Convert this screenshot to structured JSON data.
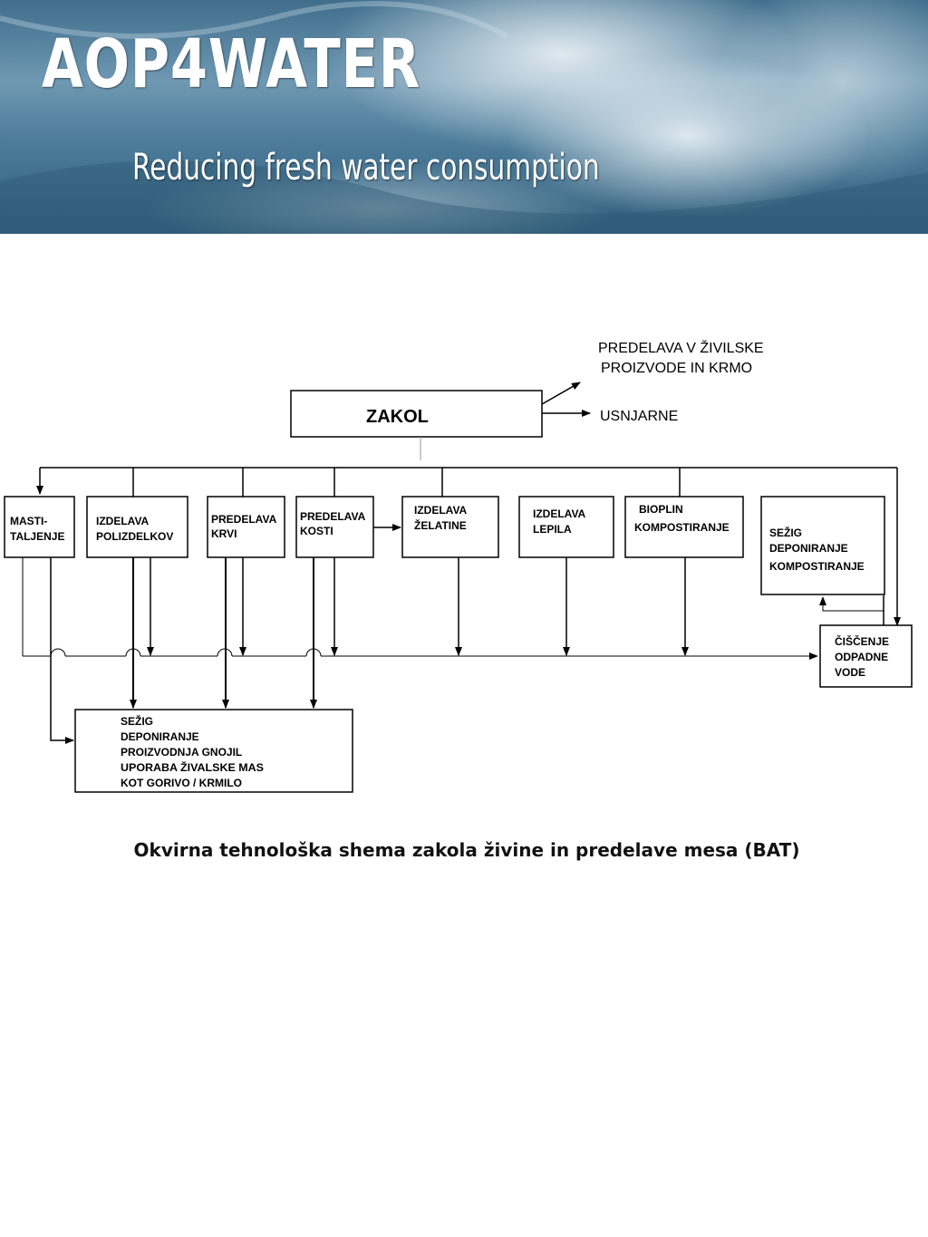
{
  "banner": {
    "title": "AOP4WATER",
    "subtitle": "Reducing fresh water consumption",
    "colors": {
      "dark": "#2f5d7a",
      "light": "#9fc0d4",
      "foam": "#e6eef3"
    }
  },
  "diagram": {
    "top_box": "ZAKOL",
    "outputs": {
      "food_line1": "PREDELAVA V ŽIVILSKE",
      "food_line2": "PROIZVODE IN KRMO",
      "tannery": "USNJARNE"
    },
    "boxes": {
      "masti": [
        "MASTI-",
        "TALJENJE"
      ],
      "polizdelki": [
        "IZDELAVA",
        "POLIZDELKOV"
      ],
      "krvi": [
        "PREDELAVA",
        "KRVI"
      ],
      "kosti": [
        "PREDELAVA",
        "KOSTI"
      ],
      "zelatina": [
        "IZDELAVA",
        "ŽELATINE"
      ],
      "lepila": [
        "IZDELAVA",
        "LEPILA"
      ],
      "bioplin": [
        "BIOPLIN",
        "KOMPOSTIRANJE"
      ],
      "sezig_right": [
        "SEŽIG",
        "DEPONIRANJE",
        "KOMPOSTIRANJE"
      ],
      "ciscenje": [
        "ČIŠČENJE",
        "ODPADNE",
        "VODE"
      ],
      "sezig_bottom": [
        "SEŽIG",
        "DEPONIRANJE",
        "PROIZVODNJA GNOJIL",
        "UPORABA ŽIVALSKE MAS",
        "KOT GORIVO / KRMILO"
      ]
    }
  },
  "caption": "Okvirna tehnološka shema zakola živine in predelave mesa (BAT)"
}
